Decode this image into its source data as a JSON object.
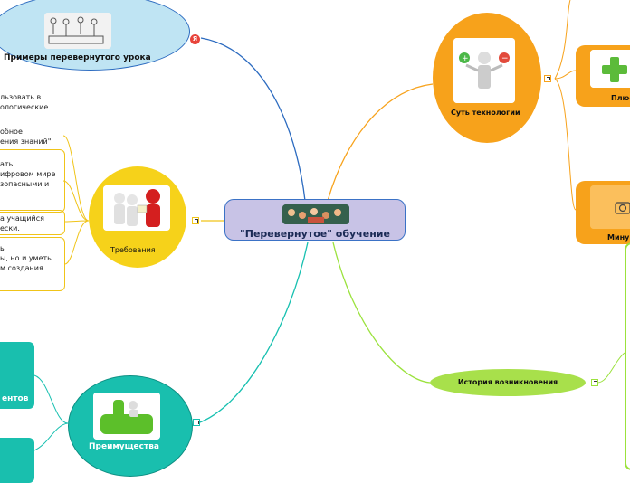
{
  "central": {
    "title": "\"Перевернутое\" обучение"
  },
  "nodes": {
    "examples": {
      "label": "Примеры перевернутого урока",
      "badge": "Я"
    },
    "essence": {
      "label": "Суть технологии"
    },
    "plus": {
      "label": "Плюс"
    },
    "minus": {
      "label": "Мину"
    },
    "requirements": {
      "label": "Требования"
    },
    "history": {
      "label": "История возникновения"
    },
    "advantages": {
      "label": "Преимущества"
    },
    "adv_child": {
      "label": "ентов"
    }
  },
  "requirement_notes": [
    "льзовать в\nологические",
    "обное\nения знаний\"",
    "ать\nифровом мире\nзопасными и",
    "а учащийся\nески.",
    "ь\nы, но и уметь\nм создания"
  ],
  "colors": {
    "central_fill": "#c8c3e6",
    "central_border": "#3b72c6",
    "examples_fill": "#bfe4f3",
    "essence_fill": "#f7a21b",
    "requirements_fill": "#f6d21a",
    "history_fill": "#a8e04b",
    "advantages_fill": "#19bfae",
    "link_examples": "#2c6bc0",
    "link_essence": "#f7a21b",
    "link_requirements": "#f0c419",
    "link_history": "#9be23d",
    "link_advantages": "#17c0b0"
  }
}
